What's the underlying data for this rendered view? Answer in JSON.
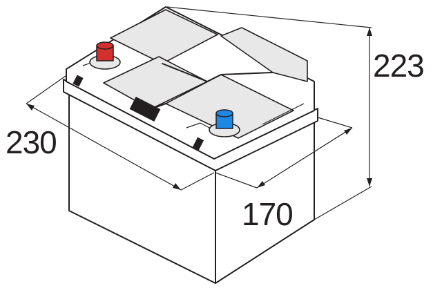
{
  "dimensions": {
    "length": "230",
    "width": "170",
    "height": "223"
  },
  "terminals": {
    "positive_color": "#d32f2f",
    "negative_color": "#1e88e5"
  },
  "colors": {
    "line": "#231f20",
    "background": "#ffffff"
  }
}
